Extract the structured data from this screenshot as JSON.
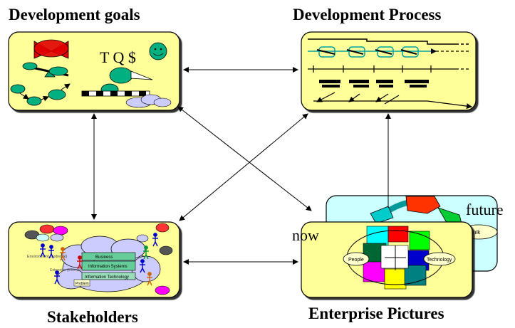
{
  "titles": {
    "goals": "Development goals",
    "process": "Development Process",
    "stakeholders": "Stakeholders",
    "pictures": "Enterprise Pictures"
  },
  "goals_panel": {
    "tqs_text": "T Q $"
  },
  "pictures_panel": {
    "future_label": "future",
    "now_label": "now",
    "people_label": "People",
    "technology_label": "Technology",
    "back_technik_label": "knik"
  },
  "stakeholders_panel": {
    "environment_label": "Environment (Extrenal)",
    "enterprise_label": "Enterprise (Internal)",
    "business_label": "Business",
    "information_systems_label": "Information Systems",
    "information_technology_label": "Information Technology",
    "problem_label": "Problem"
  },
  "colors": {
    "panel_fill": "#ffff99",
    "back_panel_fill": "#ccffff",
    "stack_green": "#66cc99"
  }
}
